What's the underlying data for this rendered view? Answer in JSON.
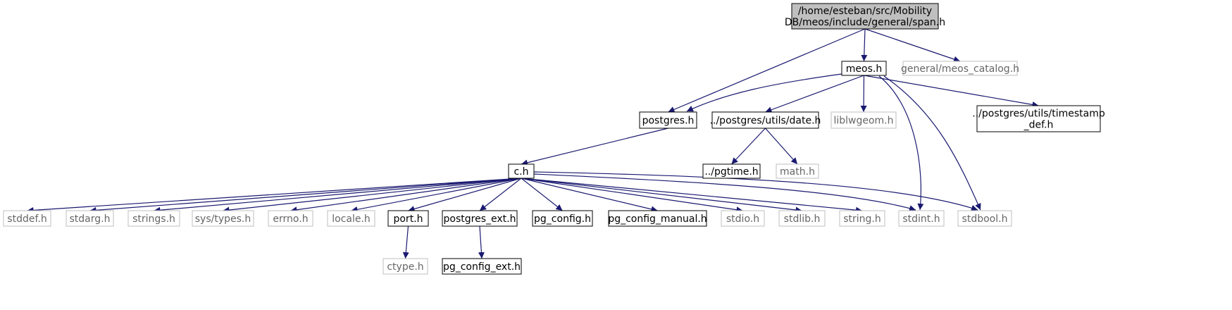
{
  "colors": {
    "edge": "#191970",
    "root_fill": "#bfbfbf",
    "node_border": "#000000",
    "external_border": "#bfbfbf",
    "external_text": "#666666",
    "documented_text": "#000000"
  },
  "nodes": [
    {
      "id": "span",
      "lines": [
        "/home/esteban/src/Mobility",
        "DB/meos/include/general/span.h"
      ],
      "kind": "root"
    },
    {
      "id": "meos",
      "lines": [
        "meos.h"
      ],
      "kind": "documented"
    },
    {
      "id": "meos_catalog",
      "lines": [
        "general/meos_catalog.h"
      ],
      "kind": "external"
    },
    {
      "id": "postgres",
      "lines": [
        "postgres.h"
      ],
      "kind": "documented"
    },
    {
      "id": "date",
      "lines": [
        "../postgres/utils/date.h"
      ],
      "kind": "documented"
    },
    {
      "id": "liblwgeom",
      "lines": [
        "liblwgeom.h"
      ],
      "kind": "external"
    },
    {
      "id": "timestamp_def",
      "lines": [
        "../postgres/utils/timestamp",
        "_def.h"
      ],
      "kind": "documented"
    },
    {
      "id": "c",
      "lines": [
        "c.h"
      ],
      "kind": "documented"
    },
    {
      "id": "pgtime",
      "lines": [
        "../pgtime.h"
      ],
      "kind": "documented"
    },
    {
      "id": "math",
      "lines": [
        "math.h"
      ],
      "kind": "external"
    },
    {
      "id": "stddef",
      "lines": [
        "stddef.h"
      ],
      "kind": "external"
    },
    {
      "id": "stdarg",
      "lines": [
        "stdarg.h"
      ],
      "kind": "external"
    },
    {
      "id": "strings",
      "lines": [
        "strings.h"
      ],
      "kind": "external"
    },
    {
      "id": "systypes",
      "lines": [
        "sys/types.h"
      ],
      "kind": "external"
    },
    {
      "id": "errno",
      "lines": [
        "errno.h"
      ],
      "kind": "external"
    },
    {
      "id": "locale",
      "lines": [
        "locale.h"
      ],
      "kind": "external"
    },
    {
      "id": "port",
      "lines": [
        "port.h"
      ],
      "kind": "documented"
    },
    {
      "id": "postgres_ext",
      "lines": [
        "postgres_ext.h"
      ],
      "kind": "documented"
    },
    {
      "id": "pg_config",
      "lines": [
        "pg_config.h"
      ],
      "kind": "documented"
    },
    {
      "id": "pg_config_manual",
      "lines": [
        "pg_config_manual.h"
      ],
      "kind": "documented"
    },
    {
      "id": "stdio",
      "lines": [
        "stdio.h"
      ],
      "kind": "external"
    },
    {
      "id": "stdlib",
      "lines": [
        "stdlib.h"
      ],
      "kind": "external"
    },
    {
      "id": "string",
      "lines": [
        "string.h"
      ],
      "kind": "external"
    },
    {
      "id": "stdint",
      "lines": [
        "stdint.h"
      ],
      "kind": "external"
    },
    {
      "id": "stdbool",
      "lines": [
        "stdbool.h"
      ],
      "kind": "external"
    },
    {
      "id": "ctype",
      "lines": [
        "ctype.h"
      ],
      "kind": "external"
    },
    {
      "id": "pg_config_ext",
      "lines": [
        "pg_config_ext.h"
      ],
      "kind": "documented"
    }
  ],
  "edges": [
    {
      "from": "span",
      "to": "meos"
    },
    {
      "from": "span",
      "to": "meos_catalog"
    },
    {
      "from": "span",
      "to": "postgres"
    },
    {
      "from": "meos",
      "to": "postgres"
    },
    {
      "from": "meos",
      "to": "date"
    },
    {
      "from": "meos",
      "to": "liblwgeom"
    },
    {
      "from": "meos",
      "to": "timestamp_def"
    },
    {
      "from": "meos",
      "to": "stdint"
    },
    {
      "from": "meos",
      "to": "stdbool"
    },
    {
      "from": "postgres",
      "to": "c"
    },
    {
      "from": "date",
      "to": "pgtime"
    },
    {
      "from": "date",
      "to": "math"
    },
    {
      "from": "c",
      "to": "stddef"
    },
    {
      "from": "c",
      "to": "stdarg"
    },
    {
      "from": "c",
      "to": "strings"
    },
    {
      "from": "c",
      "to": "systypes"
    },
    {
      "from": "c",
      "to": "errno"
    },
    {
      "from": "c",
      "to": "locale"
    },
    {
      "from": "c",
      "to": "port"
    },
    {
      "from": "c",
      "to": "postgres_ext"
    },
    {
      "from": "c",
      "to": "pg_config"
    },
    {
      "from": "c",
      "to": "pg_config_manual"
    },
    {
      "from": "c",
      "to": "stdio"
    },
    {
      "from": "c",
      "to": "stdlib"
    },
    {
      "from": "c",
      "to": "string"
    },
    {
      "from": "c",
      "to": "stdint"
    },
    {
      "from": "c",
      "to": "stdbool"
    },
    {
      "from": "port",
      "to": "ctype"
    },
    {
      "from": "postgres_ext",
      "to": "pg_config_ext"
    }
  ]
}
